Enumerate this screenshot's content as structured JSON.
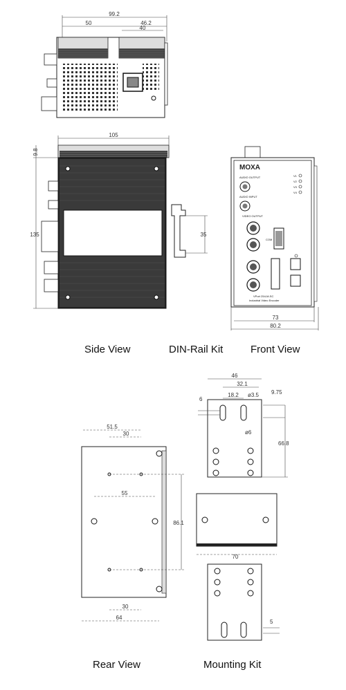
{
  "captions": {
    "side_view": "Side View",
    "din_rail_kit": "DIN-Rail Kit",
    "front_view": "Front View",
    "rear_view": "Rear View",
    "mounting_kit": "Mounting Kit"
  },
  "top_view": {
    "overall": "99.2",
    "left": "50",
    "right_outer": "46.2",
    "right_inner": "40"
  },
  "side_view": {
    "width": "105",
    "height": "135",
    "top": "9.8"
  },
  "din_rail": {
    "height": "35"
  },
  "front_view": {
    "brand": "MOXA",
    "model": "VPort 254-M-SC",
    "subtitle": "Industrial Video Encoder",
    "width_inner": "73",
    "width_outer": "80.2",
    "labels": [
      "AUDIO OUTPUT",
      "AUDIO INPUT",
      "VIDEO OUTPUT",
      "COM"
    ],
    "leds": [
      "V1",
      "V2",
      "V3",
      "V4"
    ]
  },
  "rear_view": {
    "top_outer": "51.5",
    "top_inner": "30",
    "middle": "55",
    "height": "86.1",
    "bottom_inner": "30",
    "bottom_outer": "64"
  },
  "mounting_kit": {
    "width": "46",
    "offset": "32.1",
    "inner": "18.2",
    "hole": "ø3.5",
    "slot": "ø6",
    "left_height": "6",
    "right_height": "9.75",
    "height": "66.8",
    "bracket_width": "70",
    "bottom": "5"
  }
}
